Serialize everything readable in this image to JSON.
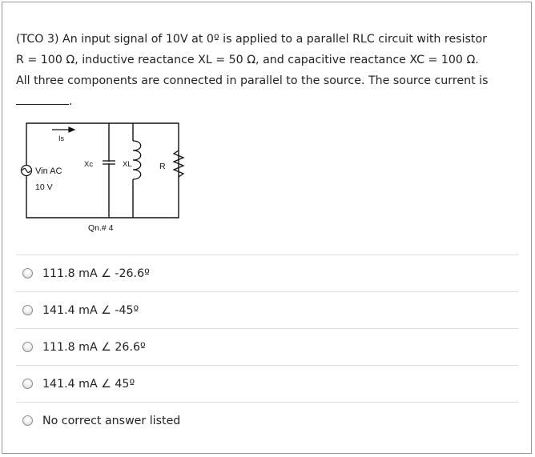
{
  "question": {
    "line1": "(TCO 3) An input signal of 10V at 0º is applied to a parallel RLC circuit with resistor",
    "line2": "R = 100 Ω, inductive reactance XL = 50 Ω, and capacitive reactance XC = 100 Ω.",
    "line3": "All three components are connected in parallel to the source. The source current is",
    "line4_end": "."
  },
  "circuit": {
    "current_label": "Is",
    "source_label": "Vin AC",
    "source_value": "10 V",
    "capacitor_label": "Xc",
    "inductor_label": "XL",
    "resistor_label": "R",
    "caption": "Qn.# 4"
  },
  "answers": [
    {
      "label": "111.8 mA ∠ -26.6º"
    },
    {
      "label": "141.4 mA ∠ -45º"
    },
    {
      "label": "111.8 mA ∠ 26.6º"
    },
    {
      "label": "141.4 mA ∠ 45º"
    },
    {
      "label": "No correct answer listed"
    }
  ]
}
